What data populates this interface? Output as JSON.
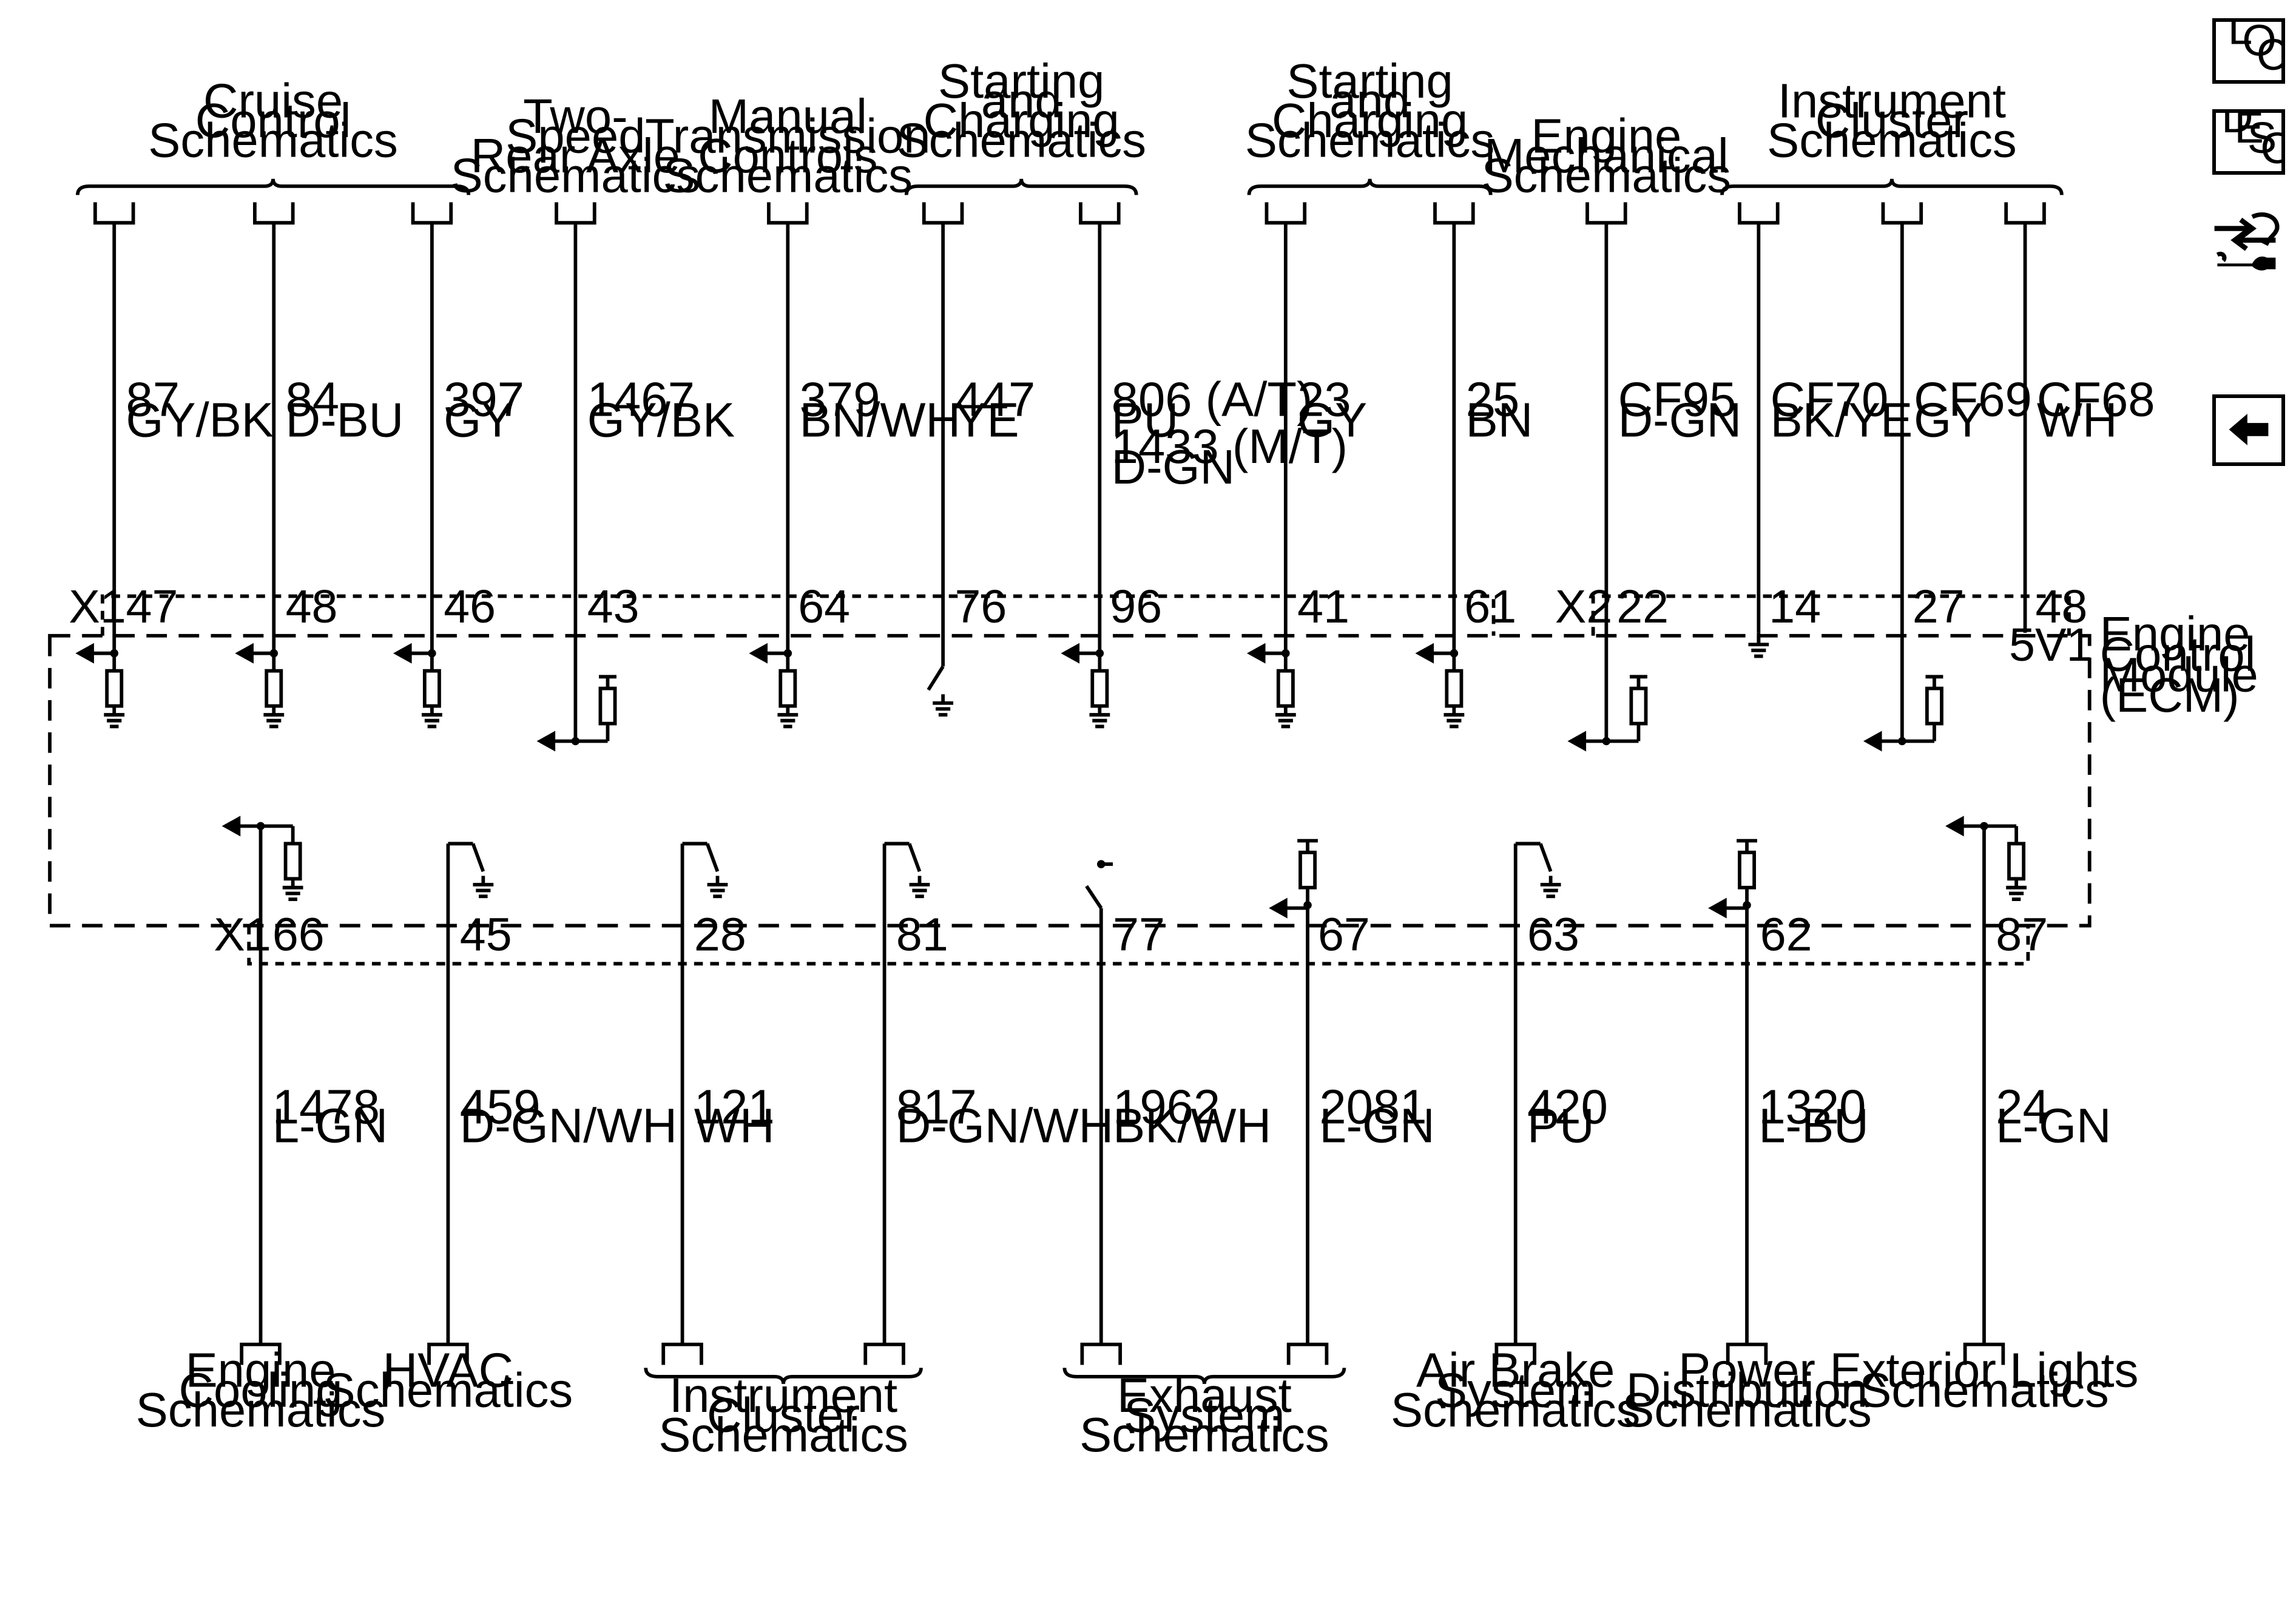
{
  "nav": {
    "loc_letters": [
      "L",
      "O",
      "C"
    ],
    "desc_letters": [
      "D",
      "E",
      "S",
      "C"
    ],
    "icons": [
      "loc-button-icon",
      "desc-button-icon",
      "connector-wrench-icon",
      "back-arrow-icon"
    ]
  },
  "module": {
    "name_lines": [
      "Engine",
      "Control",
      "Module",
      "(ECM)"
    ],
    "power_label": "5V1"
  },
  "connectors": {
    "top_left": "X1",
    "top_right": "X2",
    "bottom": "X1"
  },
  "groups_top": [
    {
      "lines": [
        "Cruise",
        "Control",
        "Schematics"
      ]
    },
    {
      "lines": [
        "Two-",
        "Speed",
        "Rear Axle",
        "Schematics"
      ]
    },
    {
      "lines": [
        "Manual",
        "Transmission",
        "Controls",
        "Schematics"
      ]
    },
    {
      "lines": [
        "Starting",
        "and",
        "Charging",
        "Schematics"
      ]
    },
    {
      "lines": [
        "Starting",
        "and",
        "Charging",
        "Schematics"
      ]
    },
    {
      "lines": [
        "Engine",
        "Mechanical",
        "Schematics"
      ]
    },
    {
      "lines": [
        "Instrument",
        "Cluster",
        "Schematics"
      ]
    }
  ],
  "wires_top": [
    {
      "pin": "47",
      "circuit": "87",
      "color": "GY/BK"
    },
    {
      "pin": "48",
      "circuit": "84",
      "color": "D-BU"
    },
    {
      "pin": "46",
      "circuit": "397",
      "color": "GY"
    },
    {
      "pin": "43",
      "circuit": "1467",
      "color": "GY/BK"
    },
    {
      "pin": "64",
      "circuit": "379",
      "color": "BN/WH"
    },
    {
      "pin": "76",
      "circuit": "447",
      "color": "YE"
    },
    {
      "pin": "96",
      "circuit": "806 (A/T)",
      "color": "PU",
      "circuit2": "1433 (M/T)",
      "color2": "D-GN"
    },
    {
      "pin": "41",
      "circuit": "23",
      "color": "GY"
    },
    {
      "pin": "61",
      "circuit": "25",
      "color": "BN"
    },
    {
      "pin": "22",
      "circuit": "CF95",
      "color": "D-GN"
    },
    {
      "pin": "14",
      "circuit": "CF70",
      "color": "BK/YE"
    },
    {
      "pin": "27",
      "circuit": "CF69",
      "color": "GY"
    },
    {
      "pin": "48",
      "circuit": "CF68",
      "color": "WH"
    }
  ],
  "wires_bottom": [
    {
      "pin": "66",
      "circuit": "1478",
      "color": "L-GN"
    },
    {
      "pin": "45",
      "circuit": "459",
      "color": "D-GN/WH"
    },
    {
      "pin": "28",
      "circuit": "121",
      "color": "WH"
    },
    {
      "pin": "81",
      "circuit": "817",
      "color": "D-GN/WH"
    },
    {
      "pin": "77",
      "circuit": "1962",
      "color": "BK/WH"
    },
    {
      "pin": "67",
      "circuit": "2081",
      "color": "L-GN"
    },
    {
      "pin": "63",
      "circuit": "420",
      "color": "PU"
    },
    {
      "pin": "62",
      "circuit": "1320",
      "color": "L-BU"
    },
    {
      "pin": "87",
      "circuit": "24",
      "color": "L-GN"
    }
  ],
  "groups_bottom": [
    {
      "lines": [
        "Engine",
        "Cooling",
        "Schematics"
      ]
    },
    {
      "lines": [
        "HVAC",
        "Schematics"
      ]
    },
    {
      "lines": [
        "Instrument",
        "Cluster",
        "Schematics"
      ]
    },
    {
      "lines": [
        "Exhaust",
        "System",
        "Schematics"
      ]
    },
    {
      "lines": [
        "Air Brake",
        "System",
        "Schematics"
      ]
    },
    {
      "lines": [
        "Power",
        "Distribution",
        "Schematics"
      ]
    },
    {
      "lines": [
        "Exterior Lights",
        "Schematics"
      ]
    }
  ]
}
